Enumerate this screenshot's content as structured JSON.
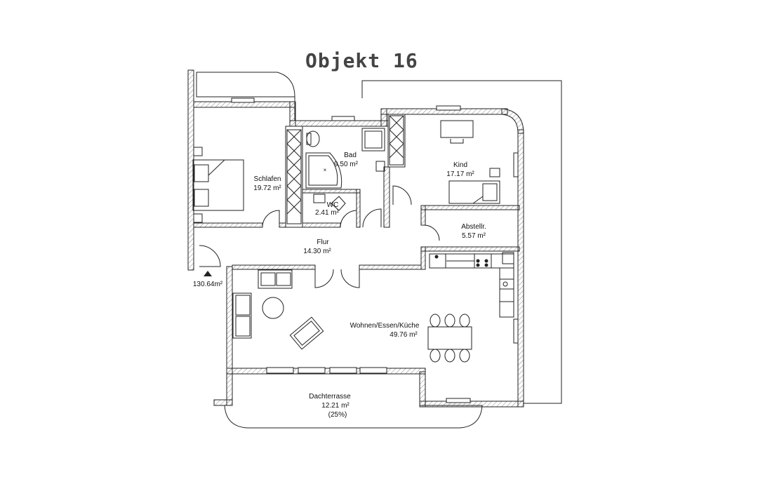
{
  "title": "Objekt 16",
  "total_area": "130.64m²",
  "rooms": {
    "schlafen": {
      "name": "Schlafen",
      "area": "19.72 m²"
    },
    "bad": {
      "name": "Bad",
      "area": "9.50 m²"
    },
    "wc": {
      "name": "WC",
      "area": "2.41 m²"
    },
    "kind": {
      "name": "Kind",
      "area": "17.17 m²"
    },
    "abstellr": {
      "name": "Abstellr.",
      "area": "5.57 m²"
    },
    "flur": {
      "name": "Flur",
      "area": "14.30 m²"
    },
    "wohnen": {
      "name": "Wohnen/Essen/Küche",
      "area": "49.76 m²"
    },
    "dachterrasse": {
      "name": "Dachterrasse",
      "area": "12.21 m²",
      "note": "(25%)"
    }
  },
  "colors": {
    "wall": "#222222",
    "hatch": "#888888",
    "text": "#111111",
    "title": "#444444"
  }
}
